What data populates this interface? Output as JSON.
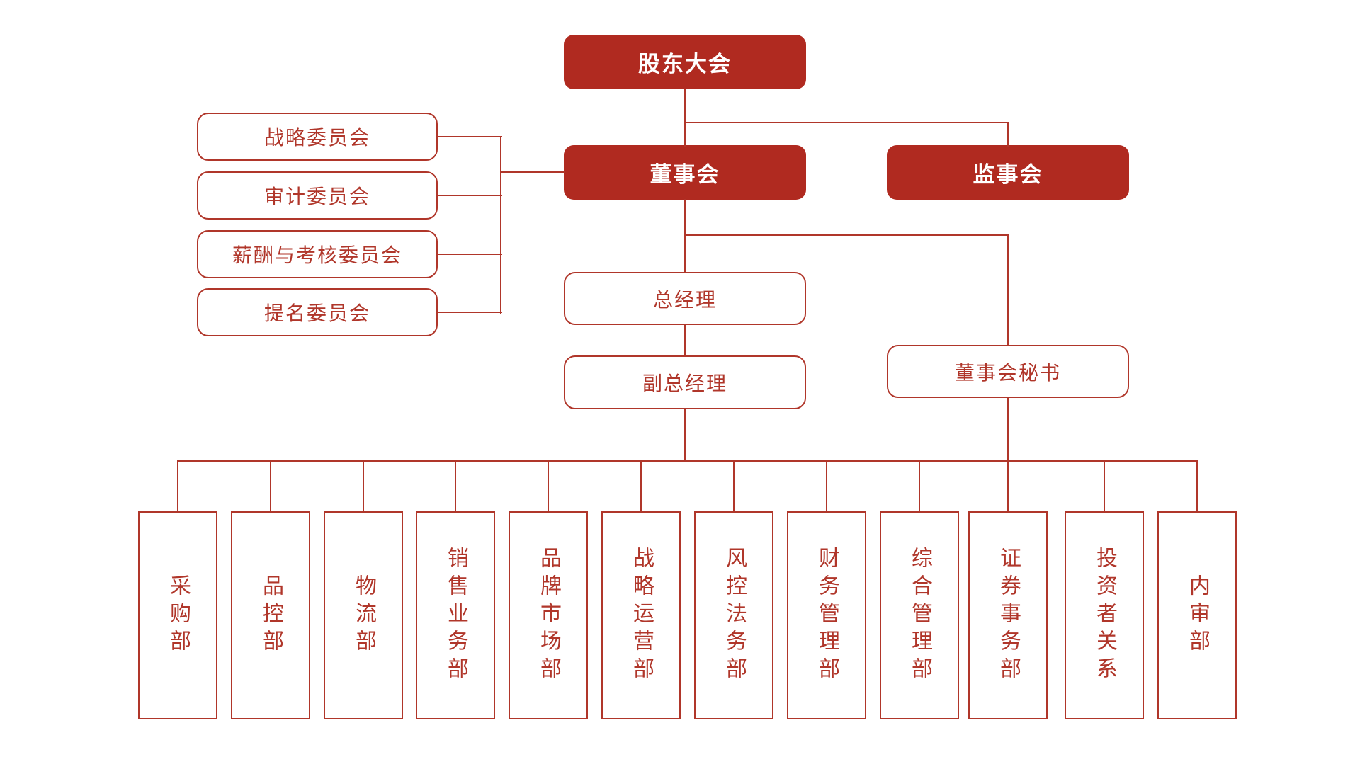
{
  "colors": {
    "box_fill_red": "#B02A20",
    "line_red": "#B0362A",
    "background": "#FFFFFF",
    "box_text_white": "#FFFFFF"
  },
  "org_chart": {
    "shareholders_meeting": {
      "label": "股东大会"
    },
    "board_of_directors": {
      "label": "董事会"
    },
    "supervisory_board": {
      "label": "监事会"
    },
    "committees": [
      {
        "label": "战略委员会"
      },
      {
        "label": "审计委员会"
      },
      {
        "label": "薪酬与考核委员会"
      },
      {
        "label": "提名委员会"
      }
    ],
    "general_manager": {
      "label": "总经理"
    },
    "deputy_general_manager": {
      "label": "副总经理"
    },
    "board_secretary": {
      "label": "董事会秘书"
    },
    "departments": [
      {
        "label": "采购部"
      },
      {
        "label": "品控部"
      },
      {
        "label": "物流部"
      },
      {
        "label": "销售业务部"
      },
      {
        "label": "品牌市场部"
      },
      {
        "label": "战略运营部"
      },
      {
        "label": "风控法务部"
      },
      {
        "label": "财务管理部"
      },
      {
        "label": "综合管理部"
      },
      {
        "label": "证券事务部"
      },
      {
        "label": "投资者关系"
      },
      {
        "label": "内审部"
      }
    ]
  }
}
